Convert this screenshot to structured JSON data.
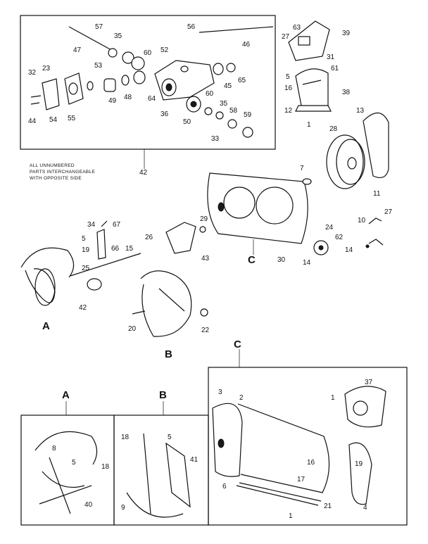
{
  "note": {
    "line1": "ALL UNNUMBERED",
    "line2": "PARTS INTERCHANGEABLE",
    "line3": "WITH OPPOSITE SIDE"
  },
  "captions": {
    "A": "A",
    "B": "B",
    "C": "C"
  },
  "top_box_labels": [
    "57",
    "35",
    "47",
    "60",
    "52",
    "56",
    "46",
    "27",
    "63",
    "39",
    "31",
    "61",
    "32",
    "23",
    "53",
    "44",
    "54",
    "55",
    "49",
    "48",
    "64",
    "45",
    "65",
    "36",
    "50",
    "60",
    "35",
    "59",
    "58",
    "33",
    "5",
    "16",
    "38",
    "12",
    "1",
    "13",
    "28"
  ],
  "main_labels": [
    "42",
    "7",
    "11",
    "29",
    "67",
    "34",
    "26",
    "10",
    "27",
    "5",
    "19",
    "66",
    "15",
    "43",
    "24",
    "62",
    "14",
    "14",
    "30",
    "25",
    "20",
    "22",
    "42"
  ],
  "inset_labels": [
    "8",
    "18",
    "5",
    "40",
    "18",
    "5",
    "41",
    "9",
    "3",
    "2",
    "37",
    "1",
    "16",
    "19",
    "6",
    "17",
    "21",
    "4",
    "1"
  ]
}
